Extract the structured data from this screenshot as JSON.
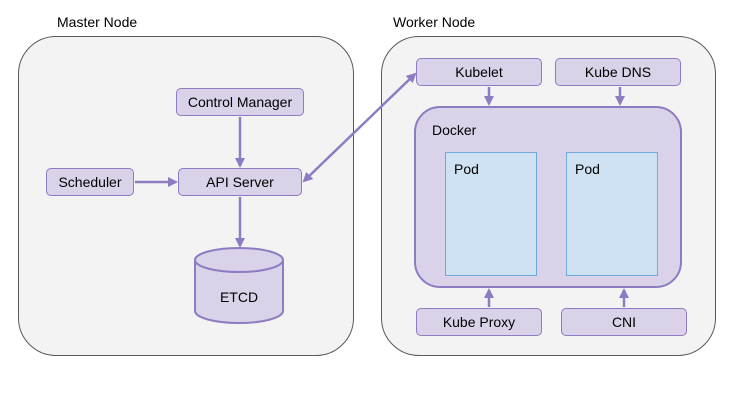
{
  "regions": {
    "master": {
      "label": "Master Node"
    },
    "worker": {
      "label": "Worker Node"
    }
  },
  "master": {
    "control_manager": "Control Manager",
    "scheduler": "Scheduler",
    "api_server": "API Server",
    "etcd": "ETCD"
  },
  "worker": {
    "kubelet": "Kubelet",
    "kube_dns": "Kube DNS",
    "docker": "Docker",
    "pods": [
      "Pod",
      "Pod"
    ],
    "kube_proxy": "Kube Proxy",
    "cni": "CNI"
  },
  "colors": {
    "component_fill": "#d9d2e9",
    "component_border": "#8e7cc3",
    "pod_fill": "#cfe2f3",
    "pod_border": "#6fa8dc",
    "region_fill": "#f3f3f3"
  }
}
